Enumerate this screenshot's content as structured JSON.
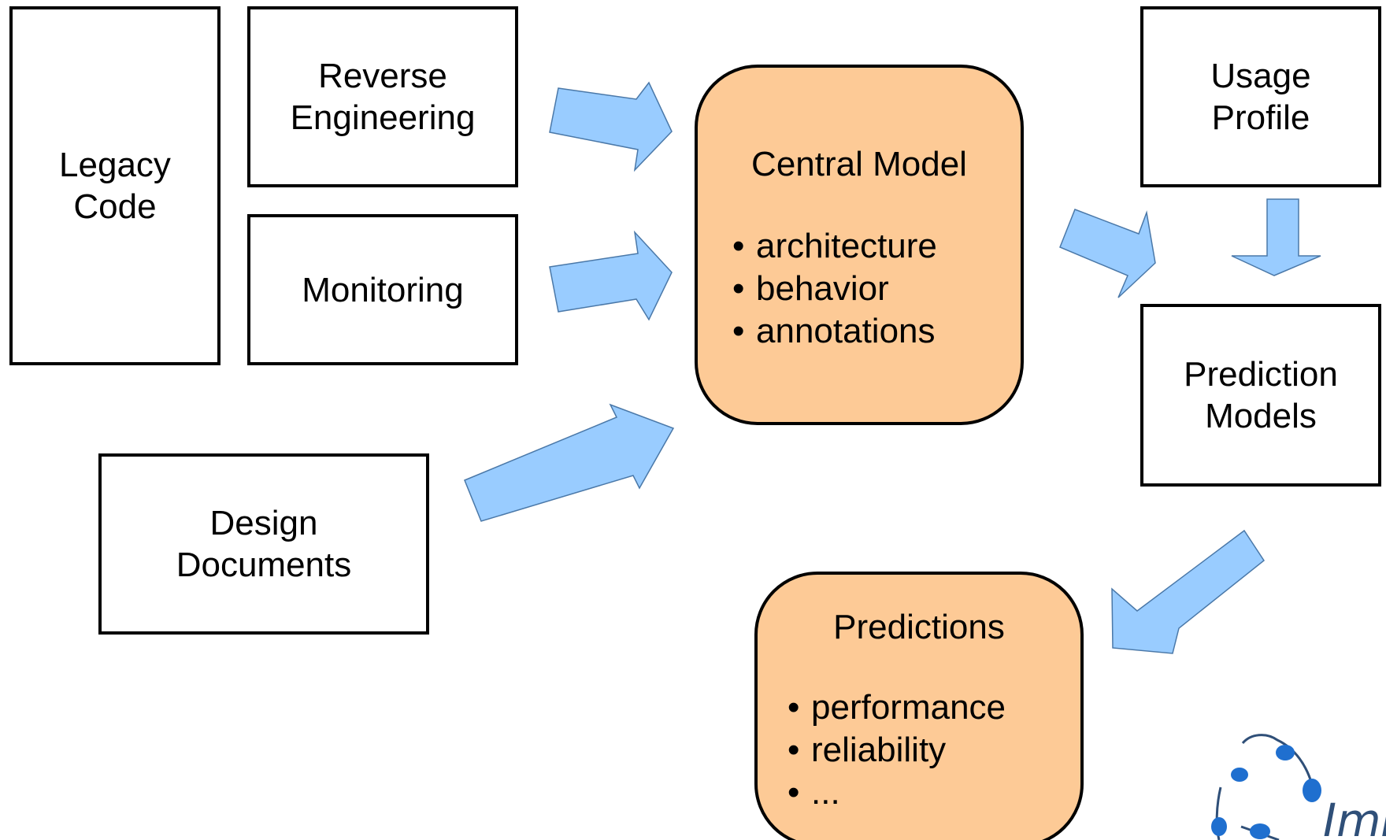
{
  "boxes": {
    "legacy_code": "Legacy\nCode",
    "reverse_engineering": "Reverse\nEngineering",
    "monitoring": "Monitoring",
    "design_documents": "Design\nDocuments",
    "usage_profile": "Usage\nProfile",
    "prediction_models": "Prediction\nModels"
  },
  "central_model": {
    "title": "Central Model",
    "items": [
      "architecture",
      "behavior",
      "annotations"
    ]
  },
  "predictions": {
    "title": "Predictions",
    "items": [
      "performance",
      "reliability",
      "..."
    ]
  },
  "logo": {
    "text": "ImP",
    "color_text": "#2f4f78",
    "color_nodes": "#1f6fcf"
  },
  "colors": {
    "arrow_fill": "#99ccff",
    "highlight_fill": "#fdca96",
    "box_border": "#000000"
  }
}
